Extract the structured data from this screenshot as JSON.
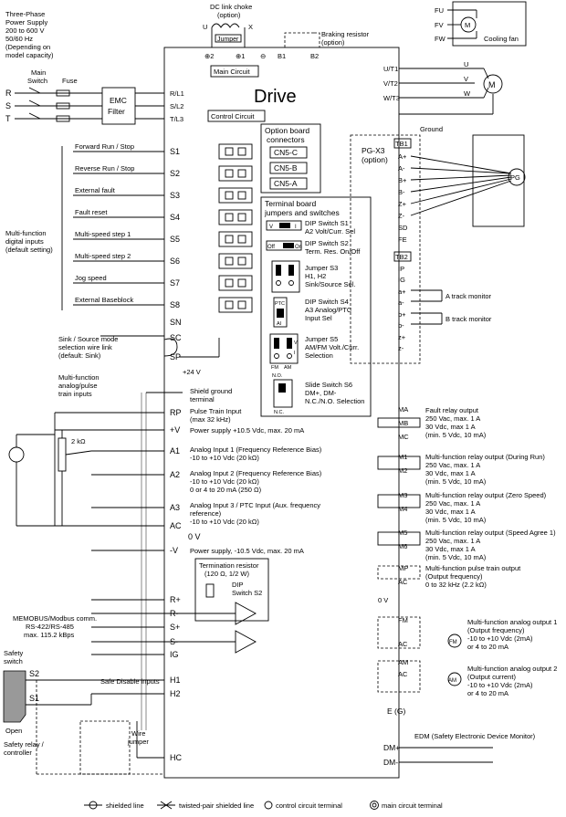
{
  "drive": {
    "title": "Drive",
    "main_circuit": "Main Circuit",
    "control_circuit": "Control Circuit"
  },
  "power_supply": {
    "lines": [
      "Three-Phase",
      "Power Supply",
      "200 to 600 V",
      "50/60 Hz",
      "(Depending on",
      "model capacity)"
    ]
  },
  "main_switch": {
    "lines": [
      "Main",
      "Switch"
    ]
  },
  "fuse": "Fuse",
  "emc": {
    "lines": [
      "EMC",
      "Filter"
    ]
  },
  "phases": [
    "R",
    "S",
    "T"
  ],
  "input_terminals": [
    "R/L1",
    "S/L2",
    "T/L3"
  ],
  "dc_choke": {
    "lines": [
      "DC link choke",
      "(option)"
    ],
    "u": "U",
    "x": "X",
    "jumper": "Jumper"
  },
  "dc_terminals": [
    "⊕2",
    "⊕1",
    "⊖",
    "B1",
    "B2"
  ],
  "braking_resistor": {
    "lines": [
      "Braking resistor",
      "(option)"
    ]
  },
  "output_terminals": [
    "U/T1",
    "V/T2",
    "W/T3"
  ],
  "motor": {
    "phases": [
      "U",
      "V",
      "W"
    ],
    "label": "M"
  },
  "ground": "Ground",
  "fan": {
    "terminals": [
      "FU",
      "FV",
      "FW"
    ],
    "label": "Cooling fan",
    "motor": "M"
  },
  "option_board": {
    "title_lines": [
      "Option board",
      "connectors"
    ],
    "connectors": [
      "CN5-C",
      "CN5-B",
      "CN5-A"
    ]
  },
  "switches_box": {
    "title_lines": [
      "Terminal board",
      "jumpers and switches"
    ],
    "items": [
      {
        "lines": [
          "DIP Switch S1",
          "A2 Volt/Curr. Sel"
        ]
      },
      {
        "lines": [
          "DIP Switch S2",
          "Term. Res. On/Off"
        ]
      },
      {
        "lines": [
          "Jumper S3",
          "H1, H2",
          "Sink/Source Sel."
        ]
      },
      {
        "lines": [
          "DIP Switch S4",
          "A3 Analog/PTC",
          "Input Sel"
        ]
      },
      {
        "lines": [
          "Jumper S5",
          "AM/FM Volt./Curr.",
          "Selection"
        ]
      },
      {
        "lines": [
          "Slide Switch S6",
          "DM+, DM-",
          "N.C./N.O. Selection"
        ]
      }
    ],
    "s1_marks": [
      "V",
      "I"
    ],
    "s2_marks": [
      "Off",
      "On"
    ],
    "s4_marks": [
      "PTC",
      "AI"
    ],
    "s5_marks": [
      "V",
      "I",
      "FM",
      "AM"
    ],
    "s6_marks": [
      "N.O.",
      "N.C."
    ]
  },
  "digital_inputs": {
    "group_lines": [
      "Multi-function",
      "digital inputs",
      "(default setting)"
    ],
    "labels": [
      "Forward Run / Stop",
      "Reverse Run / Stop",
      "External fault",
      "Fault reset",
      "Multi-speed step 1",
      "Multi-speed step 2",
      "Jog speed",
      "External Baseblock"
    ],
    "terminals": [
      "S1",
      "S2",
      "S3",
      "S4",
      "S5",
      "S6",
      "S7",
      "S8"
    ]
  },
  "common_terminals": {
    "sn": "SN",
    "sc": "SC",
    "sp": "SP",
    "v24": "+24 V"
  },
  "sink_source": {
    "lines": [
      "Sink / Source mode",
      "selection wire link",
      "(default: Sink)"
    ]
  },
  "analog_group": {
    "lines": [
      "Multi-function",
      "analog/pulse",
      "train inputs"
    ]
  },
  "shield_ground": {
    "lines": [
      "Shield ground",
      "terminal"
    ]
  },
  "analog_terminals": [
    {
      "t": "RP",
      "lines": [
        "Pulse Train Input",
        "(max 32 kHz)"
      ]
    },
    {
      "t": "+V",
      "lines": [
        "Power supply +10.5 Vdc, max. 20 mA"
      ]
    },
    {
      "t": "A1",
      "lines": [
        "Analog Input 1 (Frequency Reference Bias)",
        "-10 to +10 Vdc (20 kΩ)"
      ]
    },
    {
      "t": "A2",
      "lines": [
        "Analog Input 2 (Frequency Reference Bias)",
        "-10 to +10 Vdc (20 kΩ)",
        "0 or 4 to 20 mA (250 Ω)"
      ]
    },
    {
      "t": "A3",
      "lines": [
        "Analog Input 3 / PTC Input  (Aux. frequency",
        "reference)",
        "-10 to +10 Vdc (20 kΩ)"
      ]
    },
    {
      "t": "AC",
      "lines": [
        "0 V"
      ]
    },
    {
      "t": "-V",
      "lines": [
        "Power supply, -10.5 Vdc, max. 20 mA"
      ]
    }
  ],
  "pot": "2 kΩ",
  "termination": {
    "lines": [
      "Termination resistor",
      "(120 Ω, 1/2 W)"
    ],
    "dip_lines": [
      "DIP",
      "Switch S2"
    ]
  },
  "comm": {
    "lines": [
      "MEMOBUS/Modbus comm.",
      "RS-422/RS-485",
      "max. 115.2 kBps"
    ],
    "terminals": [
      "R+",
      "R-",
      "S+",
      "S-",
      "IG"
    ]
  },
  "safety": {
    "switch_lines": [
      "Safety",
      "switch"
    ],
    "s2": "S2",
    "s1": "S1",
    "open": "Open",
    "relay_lines": [
      "Safety relay /",
      "controller"
    ],
    "inputs_label": "Safe Disable inputs",
    "terminals": [
      "H1",
      "H2",
      "HC"
    ],
    "wire_jumper": [
      "Wire",
      "jumper"
    ]
  },
  "pg": {
    "title_lines": [
      "PG-X3",
      "(option)"
    ],
    "tb1": "TB1",
    "tb1_terms": [
      "A+",
      "A-",
      "B+",
      "B-",
      "Z+",
      "Z-",
      "SD",
      "FE"
    ],
    "tb2": "TB2",
    "tb2_terms": [
      "IP",
      "IG",
      "a+",
      "a-",
      "b+",
      "b-",
      "z+",
      "z-"
    ],
    "pg_label": "PG",
    "a_monitor": "A track monitor",
    "b_monitor": "B track monitor"
  },
  "relays": [
    {
      "terms": [
        "MA",
        "MB",
        "MC"
      ],
      "lines": [
        "Fault relay output",
        "250 Vac, max. 1 A",
        "30 Vdc, max 1 A",
        "(min. 5 Vdc, 10 mA)"
      ]
    },
    {
      "terms": [
        "M1",
        "M2"
      ],
      "lines": [
        "Multi-function relay output (During Run)",
        "250 Vac, max. 1 A",
        "30 Vdc, max 1 A",
        "(min. 5 Vdc, 10 mA)"
      ]
    },
    {
      "terms": [
        "M3",
        "M4"
      ],
      "lines": [
        "Multi-function relay output (Zero Speed)",
        "250 Vac, max. 1 A",
        "30 Vdc, max 1 A",
        "(min. 5 Vdc, 10 mA)"
      ]
    },
    {
      "terms": [
        "M5",
        "M6"
      ],
      "lines": [
        "Multi-function relay output (Speed Agree 1)",
        "250 Vac, max. 1 A",
        "30 Vdc, max 1 A",
        "(min. 5 Vdc, 10 mA)"
      ]
    }
  ],
  "pulse_out": {
    "terms": [
      "MP",
      "AC"
    ],
    "zero": "0 V",
    "lines": [
      "Multi-function pulse train output",
      "(Output frequency)",
      "0 to 32 kHz (2.2 kΩ)"
    ]
  },
  "analog_out": [
    {
      "terms": [
        "FM",
        "AC"
      ],
      "meter": "FM",
      "lines": [
        "Multi-function analog output 1",
        "(Output frequency)",
        "-10 to +10 Vdc (2mA)",
        "or 4 to 20 mA"
      ]
    },
    {
      "terms": [
        "AM",
        "AC"
      ],
      "meter": "AM",
      "lines": [
        "Multi-function analog output 2",
        "(Output current)",
        "-10 to +10 Vdc (2mA)",
        "or 4 to 20 mA"
      ]
    }
  ],
  "ground_terminal": "E (G)",
  "edm": {
    "terms": [
      "DM+",
      "DM-"
    ],
    "label": "EDM (Safety Electronic Device Monitor)"
  },
  "legend": [
    "shielded line",
    "twisted-pair shielded line",
    "control circuit terminal",
    "main circuit terminal"
  ]
}
